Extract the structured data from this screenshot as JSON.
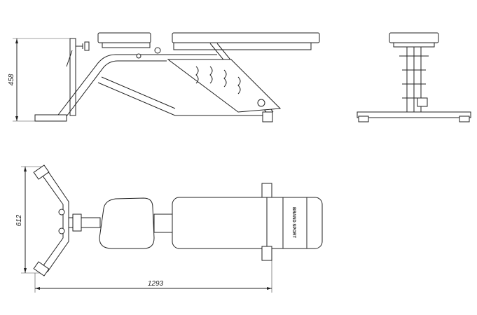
{
  "drawing": {
    "title": "Adjustable bench dimensions",
    "colors": {
      "line": "#222222",
      "background": "#ffffff"
    },
    "dimensions": {
      "height": "458",
      "width": "612",
      "length": "1293"
    },
    "logo_text": "BRAND SPORT"
  }
}
